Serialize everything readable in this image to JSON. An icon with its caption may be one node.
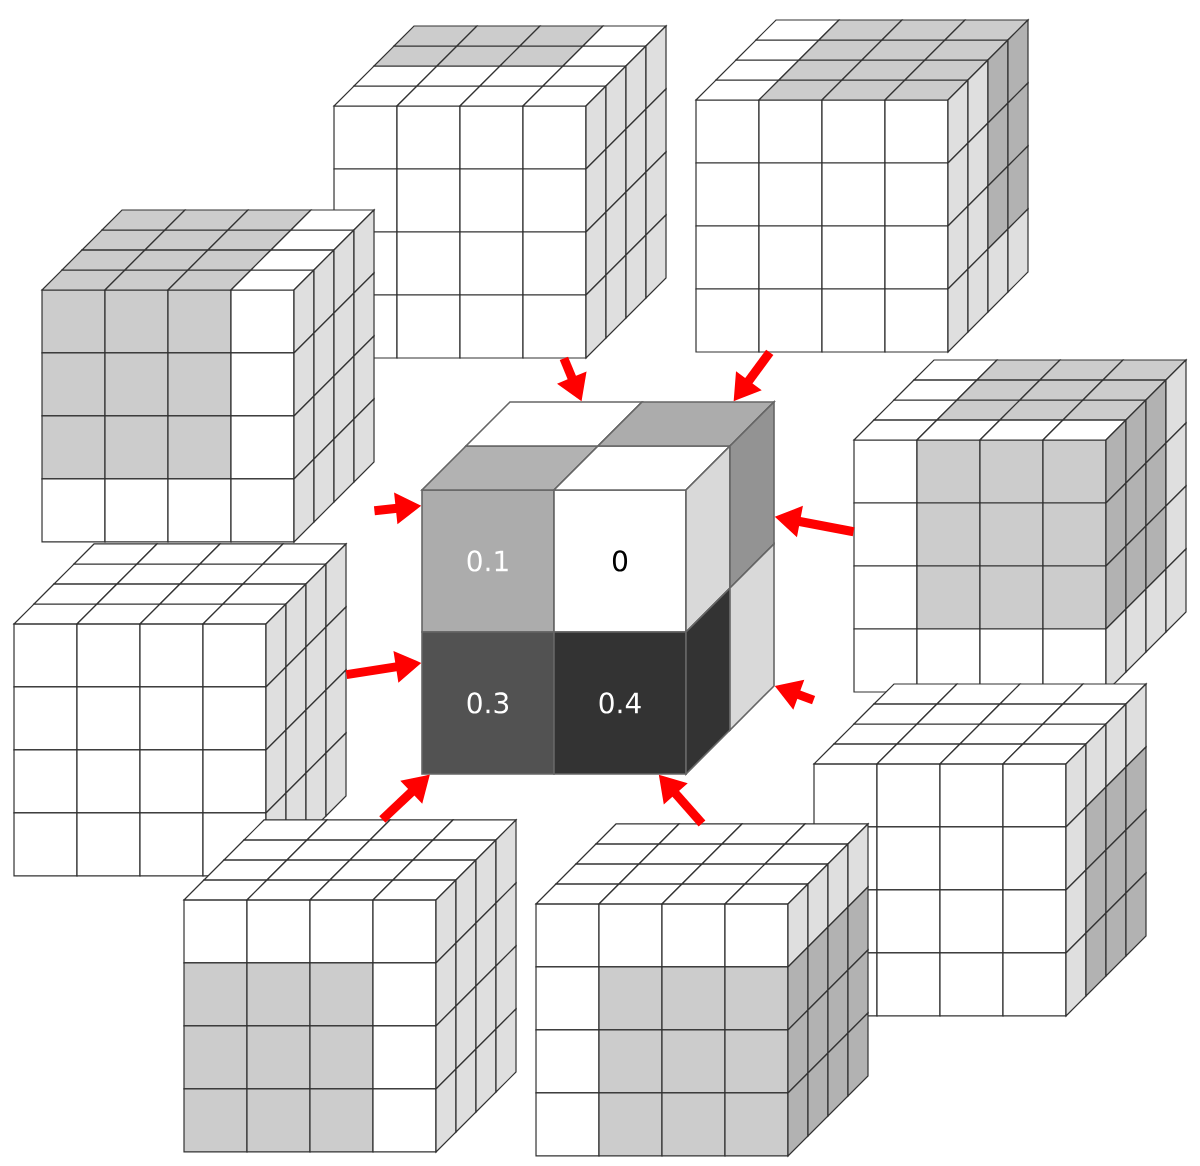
{
  "diagram": {
    "nodes": [
      {
        "text": [],
        "shape": "cube"
      },
      {
        "text": [],
        "shape": "cube"
      },
      {
        "text": [],
        "shape": "cube"
      },
      {
        "text": [],
        "shape": "cube"
      },
      {
        "text": [
          "0.1",
          "0",
          "0.3",
          "0.4"
        ]
      },
      {
        "text": [],
        "shape": "cube"
      },
      {
        "text": [],
        "shape": "cube"
      },
      {
        "text": [],
        "shape": "cube"
      },
      {
        "text": [],
        "shape": "cube"
      }
    ],
    "edges": [
      {
        "from": 0,
        "to": 4,
        "arrow": "to"
      },
      {
        "from": 1,
        "to": 4,
        "arrow": "to"
      },
      {
        "from": 2,
        "to": 4,
        "arrow": "to"
      },
      {
        "from": 3,
        "to": 4,
        "arrow": "to"
      },
      {
        "from": 5,
        "to": 4,
        "arrow": "to"
      },
      {
        "from": 6,
        "to": 4,
        "arrow": "to"
      },
      {
        "from": 7,
        "to": 4,
        "arrow": "to"
      },
      {
        "from": 8,
        "to": 4,
        "arrow": "to"
      }
    ]
  }
}
